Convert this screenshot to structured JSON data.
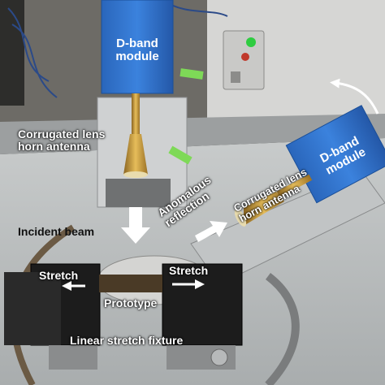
{
  "labels": {
    "module_left_line1": "D-band",
    "module_left_line2": "module",
    "module_right_line1": "D-band",
    "module_right_line2": "module",
    "horn_left_line1": "Corrugated lens",
    "horn_left_line2": "horn antenna",
    "horn_right_line1": "Corrugated lens",
    "horn_right_line2": "horn antenna",
    "anomalous_line1": "Anomalous",
    "anomalous_line2": "reflection",
    "incident": "Incident beam",
    "stretch_left": "Stretch",
    "stretch_right": "Stretch",
    "prototype": "Prototype",
    "fixture": "Linear stretch fixture"
  },
  "colors": {
    "module_blue": "#2f74d0",
    "brass": "#c99a35",
    "table_metal": "#b9bcbc",
    "stage_black": "#1c1c1c",
    "button_green": "#2ecc40",
    "button_red": "#c0392b",
    "tape_green": "#7ed957"
  }
}
